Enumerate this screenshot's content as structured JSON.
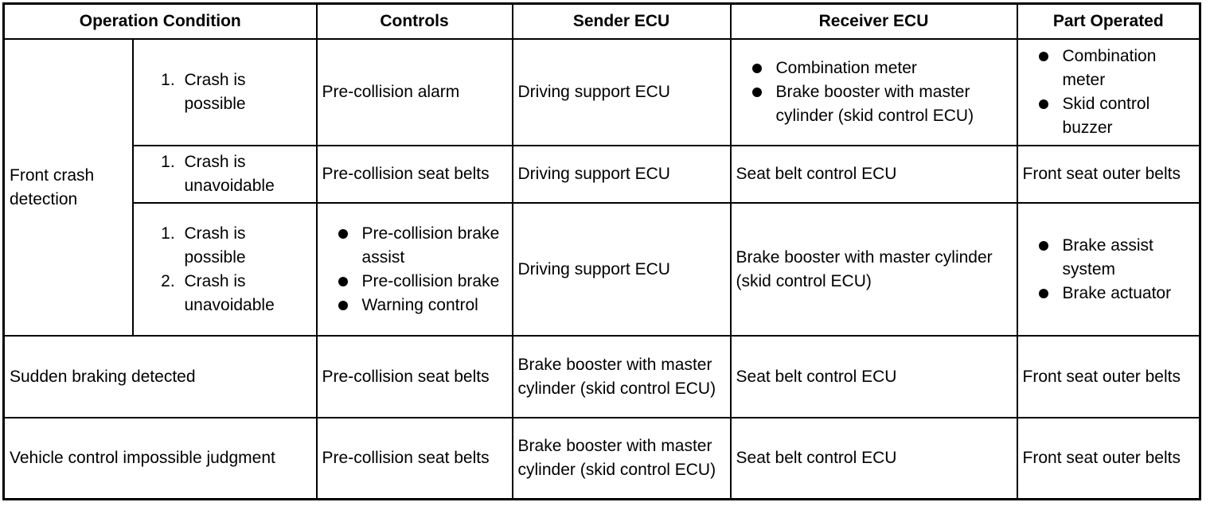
{
  "headers": {
    "operation_condition": "Operation Condition",
    "controls": "Controls",
    "sender_ecu": "Sender ECU",
    "receiver_ecu": "Receiver ECU",
    "part_operated": "Part Operated"
  },
  "front_crash": {
    "label": "Front crash detection",
    "row1": {
      "conditions": [
        "Crash is possible"
      ],
      "controls": "Pre-collision alarm",
      "sender": "Driving support ECU",
      "receivers": [
        "Combination meter",
        "Brake booster with master cylinder (skid control ECU)"
      ],
      "parts": [
        "Combination meter",
        "Skid control buzzer"
      ]
    },
    "row2": {
      "conditions": [
        "Crash is unavoidable"
      ],
      "controls": "Pre-collision seat belts",
      "sender": "Driving support ECU",
      "receiver": "Seat belt control ECU",
      "part": "Front seat outer belts"
    },
    "row3": {
      "conditions": [
        "Crash is possible",
        "Crash is unavoidable"
      ],
      "controls": [
        "Pre-collision brake assist",
        "Pre-collision brake",
        "Warning control"
      ],
      "sender": "Driving support ECU",
      "receiver": "Brake booster with master cylinder (skid control ECU)",
      "parts": [
        "Brake assist system",
        "Brake actuator"
      ]
    }
  },
  "sudden_braking": {
    "condition": "Sudden braking detected",
    "controls": "Pre-collision seat belts",
    "sender": "Brake booster with master cylinder (skid control ECU)",
    "receiver": "Seat belt control ECU",
    "part": "Front seat outer belts"
  },
  "vehicle_control": {
    "condition": "Vehicle control impossible judgment",
    "controls": "Pre-collision seat belts",
    "sender": "Brake booster with master cylinder (skid control ECU)",
    "receiver": "Seat belt control ECU",
    "part": "Front seat outer belts"
  }
}
